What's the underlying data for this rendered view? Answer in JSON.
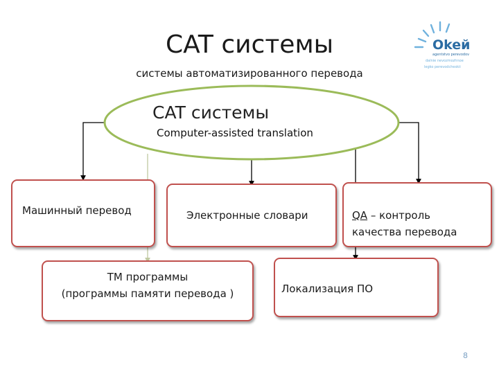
{
  "title": "CAT системы",
  "subtitle": "системы автоматизированного перевода",
  "center": {
    "title": "CAT системы",
    "subtitle": "Computer-assisted translation"
  },
  "boxes": {
    "machine": "Машинный перевод",
    "dictionaries": "Электронные словари",
    "qa_abbr": "QA",
    "qa_rest_line1": " – контроль",
    "qa_line2": "качества перевода",
    "tm_line1": "ТМ программы",
    "tm_line2": "(программы памяти перевода )",
    "localization": "Локализация ПО"
  },
  "logo": {
    "brand": "Okeй",
    "tagline1": "agentstvo perevodov",
    "tagline2": "dalnie nevozmozhnoe",
    "tagline3": "legko perevodcheskii"
  },
  "page_number": "8",
  "colors": {
    "ellipse_border": "#9bbb59",
    "box_border": "#c0504d",
    "connector": "#000000",
    "tm_connector": "#c0c8a0",
    "logo_blue": "#2b6ca3"
  }
}
